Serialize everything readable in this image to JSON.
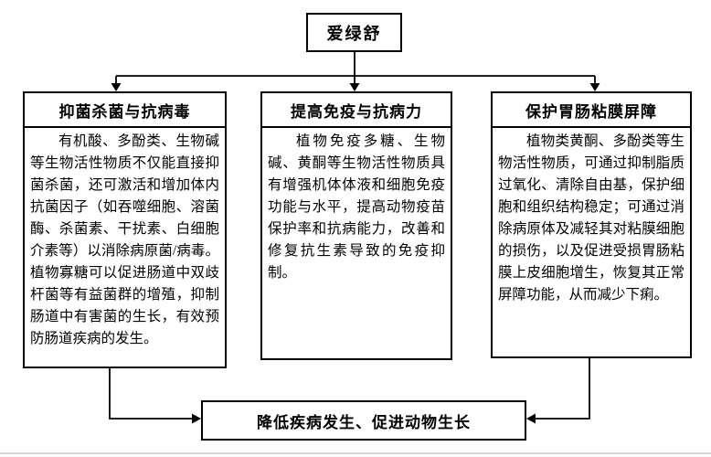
{
  "root": {
    "label": "爱绿舒"
  },
  "branches": [
    {
      "title": "抑菌杀菌与抗病毒",
      "body": "有机酸、多酚类、生物碱等生物活性物质不仅能直接抑菌杀菌，还可激活和增加体内抗菌因子（如吞噬细胞、溶菌酶、杀菌素、干扰素、白细胞介素等）以消除病原菌/病毒。植物寡糖可以促进肠道中双歧杆菌等有益菌群的增殖，抑制肠道中有害菌的生长，有效预防肠道疾病的发生。"
    },
    {
      "title": "提高免疫与抗病力",
      "body": "植物免疫多糖、生物碱、黄酮等生物活性物质具有增强机体体液和细胞免疫功能与水平，提高动物疫苗保护率和抗病能力，改善和修复抗生素导致的免疫抑制。"
    },
    {
      "title": "保护胃肠粘膜屏障",
      "body": "植物类黄酮、多酚类等生物活性物质，可通过抑制脂质过氧化、清除自由基，保护细胞和组织结构稳定；可通过消除病原体及减轻其对粘膜细胞的损伤，以及促进受损胃肠粘膜上皮细胞增生，恢复其正常屏障功能，从而减少下痢。"
    }
  ],
  "outcome": {
    "label": "降低疾病发生、促进动物生长"
  },
  "colors": {
    "border": "#000000",
    "background": "#ffffff",
    "separator": "#d9d9d9"
  }
}
